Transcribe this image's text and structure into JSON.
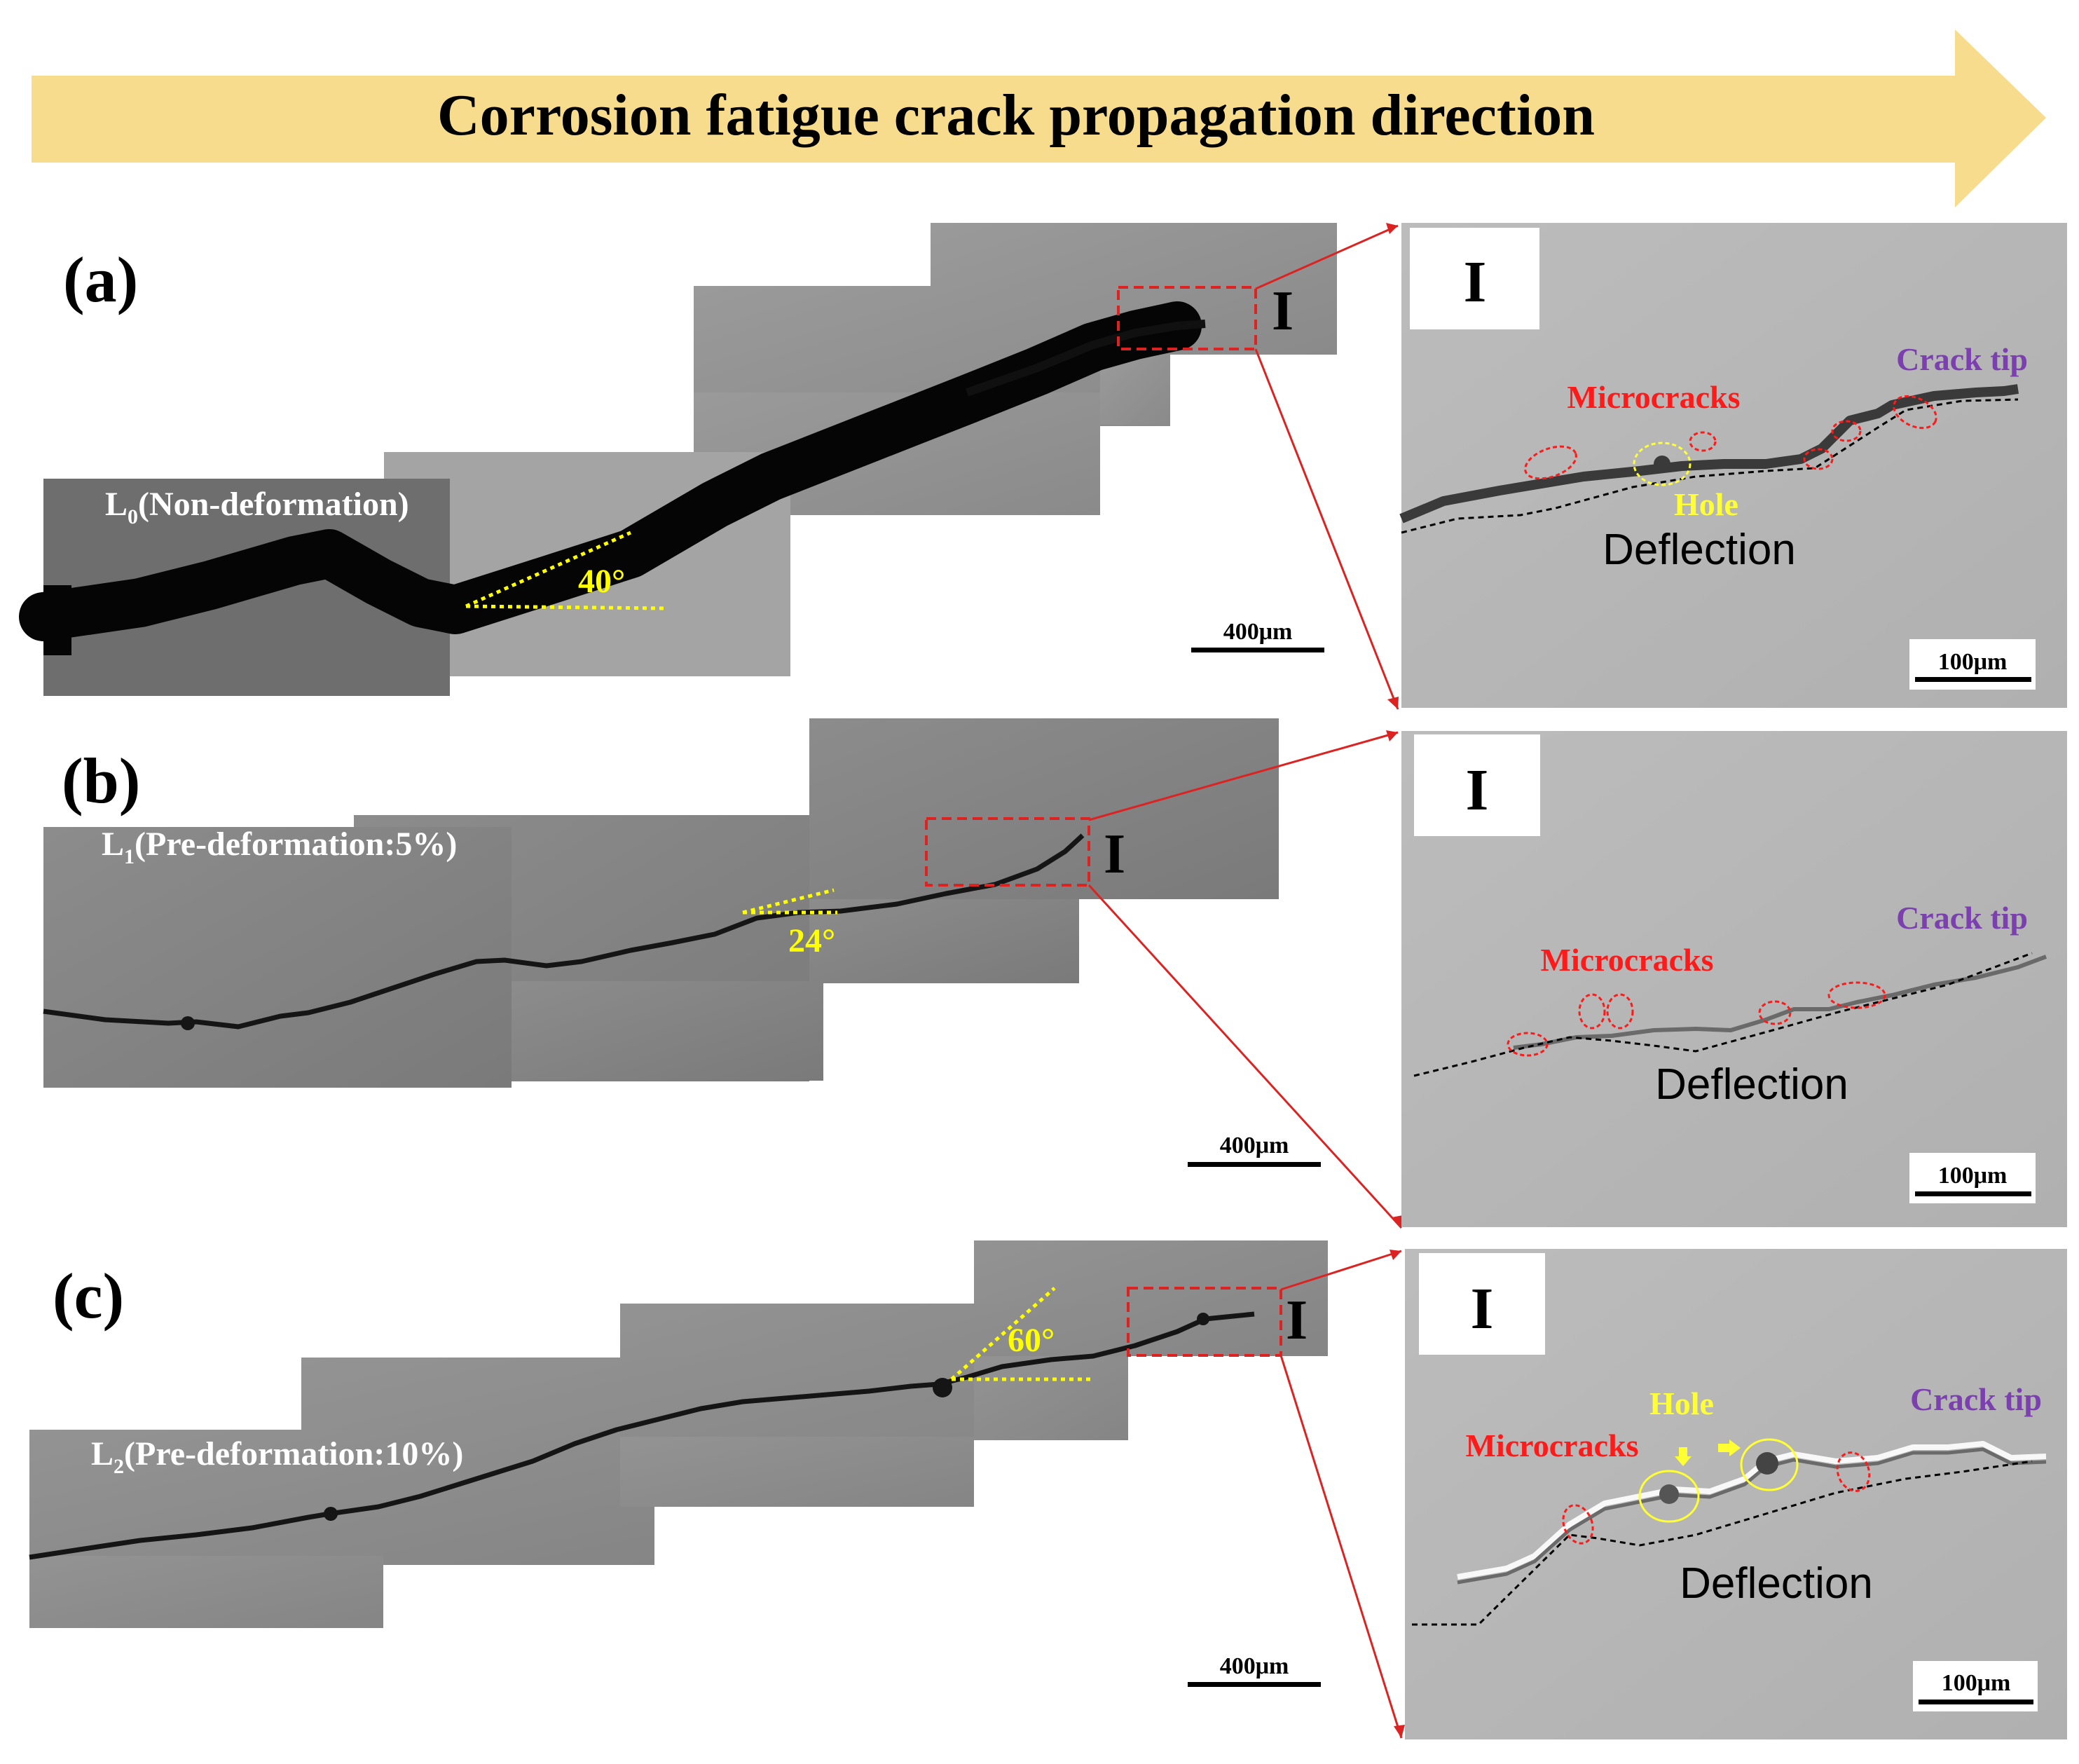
{
  "banner": {
    "text": "Corrosion fatigue crack propagation direction",
    "color": "#f8dc8e"
  },
  "colors": {
    "angle_marks": "#ffff00",
    "microcracks": "#ff1a1a",
    "hole": "#ffff33",
    "crack_tip": "#7b3fb0",
    "zoom_lines": "#dd2222",
    "sem_light": "#b7b7b7",
    "sem_dark": "#8a8a8a"
  },
  "panels": [
    {
      "label": "(a)",
      "sample_label_prefix": "L",
      "sample_label_sub": "0",
      "sample_label_rest": "(Non-deformation)",
      "angle": "40°",
      "scale": "400μm",
      "region": "I",
      "zoom": {
        "label": "I",
        "microcracks": "Microcracks",
        "hole": "Hole",
        "crack_tip": "Crack tip",
        "deflection": "Deflection",
        "scale": "100μm"
      }
    },
    {
      "label": "(b)",
      "sample_label_prefix": "L",
      "sample_label_sub": "1",
      "sample_label_rest": "(Pre-deformation:5%)",
      "angle": "24°",
      "scale": "400μm",
      "region": "I",
      "zoom": {
        "label": "I",
        "microcracks": "Microcracks",
        "crack_tip": "Crack tip",
        "deflection": "Deflection",
        "scale": "100μm"
      }
    },
    {
      "label": "(c)",
      "sample_label_prefix": "L",
      "sample_label_sub": "2",
      "sample_label_rest": "(Pre-deformation:10%)",
      "angle": "60°",
      "scale": "400μm",
      "region": "I",
      "zoom": {
        "label": "I",
        "microcracks": "Microcracks",
        "hole": "Hole",
        "crack_tip": "Crack tip",
        "deflection": "Deflection",
        "scale": "100μm"
      }
    }
  ]
}
